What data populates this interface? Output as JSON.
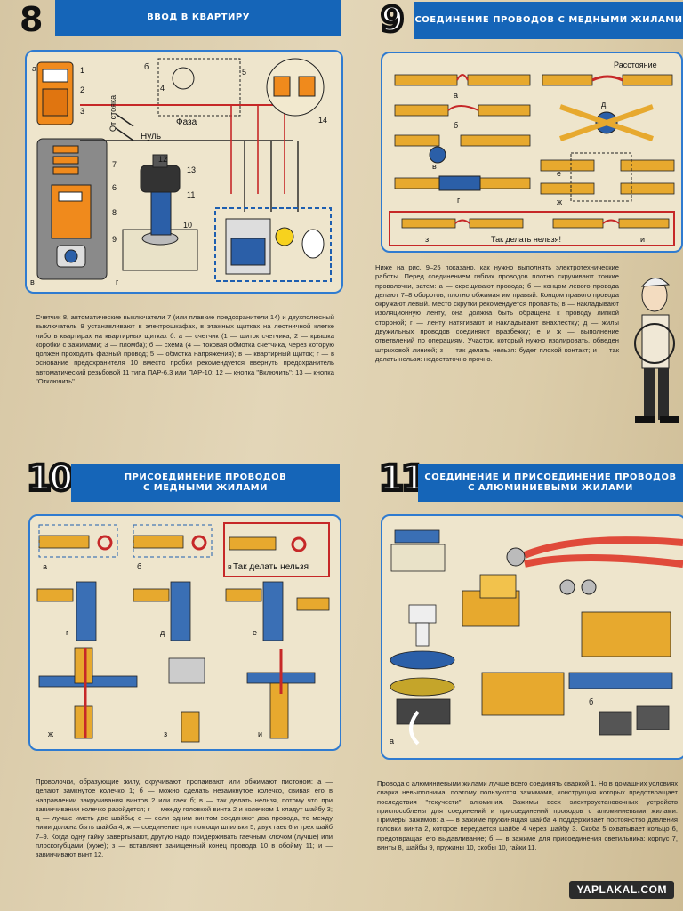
{
  "sections": [
    {
      "number": "8",
      "title": "ВВОД В КВАРТИРУ"
    },
    {
      "number": "9",
      "title": "СОЕДИНЕНИЕ ПРОВОДОВ С МЕДНЫМИ ЖИЛАМИ"
    },
    {
      "number": "10",
      "title_line1": "ПРИСОЕДИНЕНИЕ ПРОВОДОВ",
      "title_line2": "С МЕДНЫМИ ЖИЛАМИ"
    },
    {
      "number": "11",
      "title_line1": "СОЕДИНЕНИЕ И ПРИСОЕДИНЕНИЕ ПРОВОДОВ",
      "title_line2": "С АЛЮМИНИЕВЫМИ ЖИЛАМИ"
    }
  ],
  "fig8": {
    "otstoyaka": "От стояка",
    "faza": "Фаза",
    "nul": "Нуль",
    "letters": [
      "а",
      "б",
      "в",
      "г"
    ],
    "numbers": [
      "1",
      "2",
      "3",
      "4",
      "5",
      "6",
      "7",
      "8",
      "9",
      "10",
      "11",
      "12",
      "13",
      "14"
    ]
  },
  "fig9": {
    "rasstoyanie": "Расстояние",
    "forbidden": "Так делать нельзя!",
    "letters": [
      "а",
      "б",
      "в",
      "г",
      "д",
      "е",
      "ж",
      "з",
      "и"
    ]
  },
  "fig10": {
    "forbidden": "Так делать нельзя",
    "letters": [
      "а",
      "б",
      "в",
      "г",
      "д",
      "е",
      "ж",
      "з",
      "и"
    ]
  },
  "fig11": {
    "letters": [
      "а",
      "б"
    ]
  },
  "captions": {
    "c8": "Счетчик 8, автоматические выключатели 7 (или плавкие предохранители 14) и двухполюсный выключатель 9 устанавливают в электрошкафах, в этажных щитках на лестничной клетке либо в квартирах на квартирных щитках б: а — счетчик (1 — щиток счетчика; 2 — крышка коробки с зажимами; 3 — пломба); б — схема (4 — токовая обмотка счетчика, через которую должен проходить фазный провод; 5 — обмотка напряжения); в — квартирный щиток; г — в основание предохранителя 10 вместо пробки рекомендуется ввернуть предохранитель автоматический резьбовой 11 типа ПАР-6,3 или ПАР-10; 12 — кнопка \"Включить\"; 13 — кнопка \"Отключить\".",
    "c9": "Ниже на рис. 9–25 показано, как нужно выполнять электротехнические работы. Перед соединением гибких проводов плотно скручивают тонкие проволочки, затем: а — скрещивают провода; б — концом левого провода делают 7–8 оборотов, плотно обжимая им правый. Концом правого провода окружают левый. Место скрутки рекомендуется пропаять; в — накладывают изоляционную ленту, она должна быть обращена к проводу липкой стороной; г — ленту натягивают и накладывают внахлестку; д — жилы двужильных проводов соединяют вразбежку; е и ж — выполнение ответвлений по операциям. Участок, который нужно изолировать, обведен штриховой линией; з — так делать нельзя: будет плохой контакт; и — так делать нельзя: недостаточно прочно.",
    "c10": "Проволочки, образующие жилу, скручивают, пропаивают или обжимают пистоном: а — делают замкнутое колечко 1; б — можно сделать незамкнутое колечко, свивая его в направлении закручивания винтов 2 или гаек б; в — так делать нельзя, потому что при завинчивании колечко разойдется; г — между головкой винта 2 и колечком 1 кладут шайбу 3; д — лучше иметь две шайбы; е — если одним винтом соединяют два провода, то между ними должна быть шайба 4; ж — соединение при помощи шпильки 5, двух гаек 6 и трех шайб 7–9. Когда одну гайку завертывают, другую надо придерживать гаечным ключом (лучше) или плоскогубцами (хуже); з — вставляют зачищенный конец провода 10 в обойму 11; и — завинчивают винт 12.",
    "c11": "Провода с алюминиевыми жилами лучше всего соединять сваркой 1. Но в домашних условиях сварка невыполнима, поэтому пользуются зажимами, конструкция которых предотвращает последствия \"текучести\" алюминия. Зажимы всех электроустановочных устройств приспособлены для соединений и присоединений проводов с алюминиевыми жилами. Примеры зажимов: а — в зажиме пружинящая шайба 4 поддерживает постоянство давления головки винта 2, которое передается шайбе 4 через шайбу 3. Скоба 5 охватывает кольцо 6, предотвращая его выдавливание; б — в зажиме для присоединения светильника: корпус 7, винты 8, шайбы 9, пружины 10, скобы 10, гайки 11."
  },
  "watermark": "YAPLAKAL.COM"
}
